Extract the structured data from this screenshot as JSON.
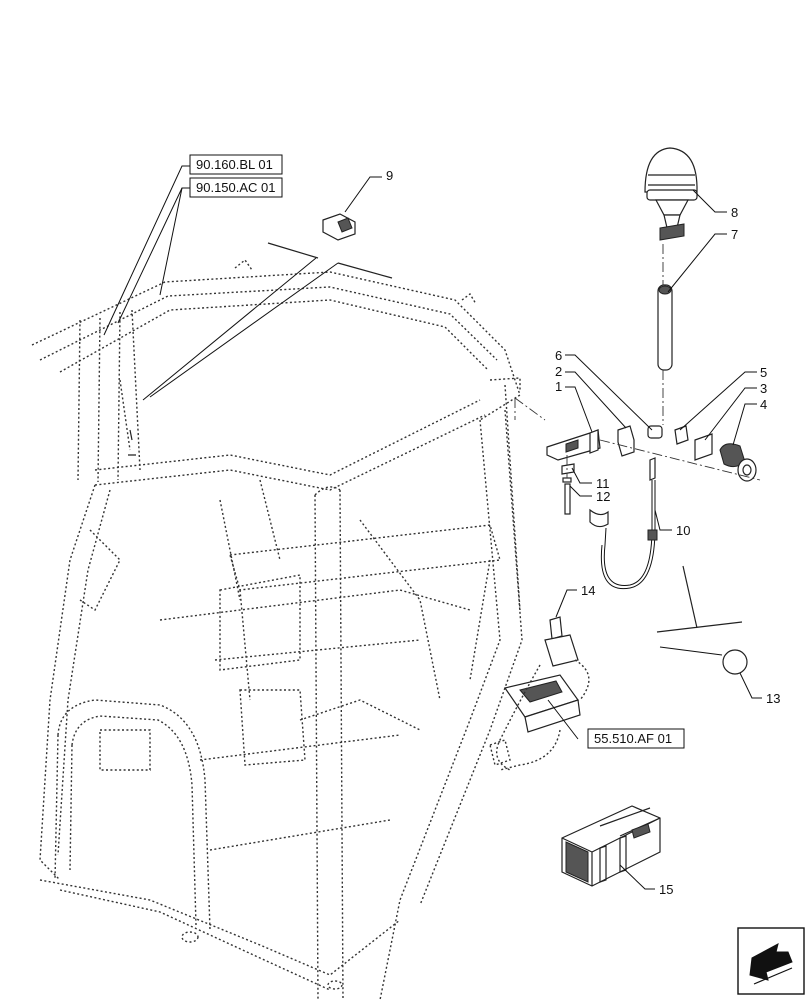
{
  "callouts": [
    "1",
    "2",
    "3",
    "4",
    "5",
    "6",
    "7",
    "8",
    "9",
    "10",
    "11",
    "12",
    "13",
    "14",
    "15"
  ],
  "references": [
    "90.160.BL 01",
    "90.150.AC 01",
    "55.510.AF 01"
  ],
  "icons": {
    "navigation": "back-arrow-icon"
  }
}
